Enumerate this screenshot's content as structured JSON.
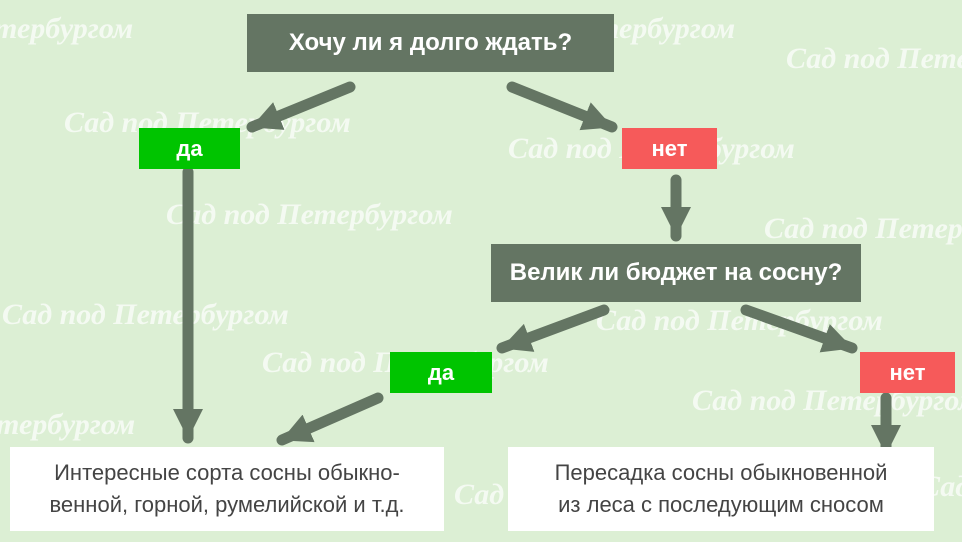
{
  "watermark": "Сад под Петербургом",
  "watermark_fragment": "тербургом",
  "colors": {
    "background": "#dcefd4",
    "question_box": "#647563",
    "yes_box": "#00c400",
    "no_box": "#f65a5a",
    "arrow": "#647563",
    "result_box": "#ffffff"
  },
  "question1": "Хочу ли я долго ждать?",
  "answer1_yes": "да",
  "answer1_no": "нет",
  "question2": "Велик ли бюджет на сосну?",
  "answer2_yes": "да",
  "answer2_no": "нет",
  "result_left": {
    "line1": "Интересные сорта сосны обыкно-",
    "line2": "венной, горной, румелийской и т.д."
  },
  "result_right": {
    "line1": "Пересадка сосны обыкновенной",
    "line2": "из леса с последующим сносом"
  }
}
